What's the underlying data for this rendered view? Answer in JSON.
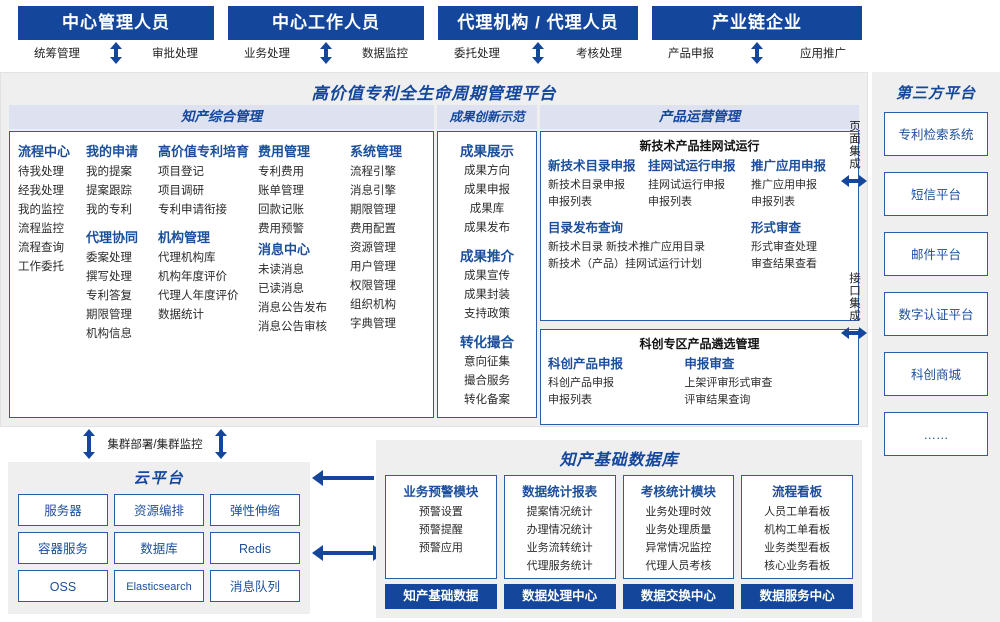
{
  "roles": [
    {
      "title": "中心管理人员",
      "left": "统筹管理",
      "right": "审批处理"
    },
    {
      "title": "中心工作人员",
      "left": "业务处理",
      "right": "数据监控"
    },
    {
      "title": "代理机构 / 代理人员",
      "left": "委托处理",
      "right": "考核处理"
    },
    {
      "title": "产业链企业",
      "left": "产品申报",
      "right": "应用推广"
    }
  ],
  "platform": {
    "title": "高价值专利全生命周期管理平台",
    "sections": {
      "ip_management": {
        "title": "知产综合管理",
        "columns": [
          {
            "groups": [
              {
                "name": "流程中心",
                "items": [
                  "待我处理",
                  "经我处理",
                  "我的监控",
                  "流程监控",
                  "流程查询",
                  "工作委托"
                ]
              }
            ]
          },
          {
            "groups": [
              {
                "name": "我的申请",
                "items": [
                  "我的提案",
                  "提案跟踪",
                  "我的专利"
                ]
              },
              {
                "name": "代理协同",
                "items": [
                  "委案处理",
                  "撰写处理",
                  "专利答复",
                  "期限管理",
                  "机构信息"
                ]
              }
            ]
          },
          {
            "groups": [
              {
                "name": "高价值专利培育",
                "items": [
                  "项目登记",
                  "项目调研",
                  "专利申请衔接"
                ]
              },
              {
                "name": "机构管理",
                "items": [
                  "代理机构库",
                  "机构年度评价",
                  "代理人年度评价",
                  "数据统计"
                ]
              }
            ]
          },
          {
            "groups": [
              {
                "name": "费用管理",
                "items": [
                  "专利费用",
                  "账单管理",
                  "回款记账",
                  "费用预警"
                ]
              },
              {
                "name": "消息中心",
                "items": [
                  "未读消息",
                  "已读消息",
                  "消息公告发布",
                  "消息公告审核"
                ]
              }
            ]
          },
          {
            "groups": [
              {
                "name": "系统管理",
                "items": [
                  "流程引擎",
                  "消息引擎",
                  "期限管理",
                  "费用配置",
                  "资源管理",
                  "用户管理",
                  "权限管理",
                  "组织机构",
                  "字典管理"
                ]
              }
            ]
          }
        ]
      },
      "achievement": {
        "title": "成果创新示范",
        "groups": [
          {
            "name": "成果展示",
            "items": [
              "成果方向",
              "成果申报",
              "成果库",
              "成果发布"
            ]
          },
          {
            "name": "成果推介",
            "items": [
              "成果宣传",
              "成果封装",
              "支持政策"
            ]
          },
          {
            "name": "转化撮合",
            "items": [
              "意向征集",
              "撮合服务",
              "转化备案"
            ]
          }
        ]
      },
      "product_ops": {
        "title": "产品运营管理",
        "blocks": [
          {
            "title": "新技术产品挂网试运行",
            "row1": [
              {
                "name": "新技术目录申报",
                "items": [
                  "新技术目录申报",
                  "申报列表"
                ]
              },
              {
                "name": "挂网试运行申报",
                "items": [
                  "挂网试运行申报",
                  "申报列表"
                ]
              },
              {
                "name": "推广应用申报",
                "items": [
                  "推广应用申报",
                  "申报列表"
                ]
              }
            ],
            "row2": [
              {
                "name": "目录发布查询",
                "items": [
                  "新技术目录    新技术推广应用目录",
                  "新技术（产品）挂网试运行计划"
                ]
              },
              {
                "name": "形式审查",
                "items": [
                  "形式审查处理",
                  "审查结果查看"
                ]
              }
            ]
          },
          {
            "title": "科创专区产品遴选管理",
            "row1": [
              {
                "name": "科创产品申报",
                "items": [
                  "科创产品申报",
                  "申报列表"
                ]
              },
              {
                "name": "申报审查",
                "items": [
                  "上架评审形式审查",
                  "评审结果查询"
                ]
              }
            ]
          }
        ]
      }
    }
  },
  "integration": {
    "page_label": "页面集成",
    "api_label": "接口集成"
  },
  "third_party": {
    "title": "第三方平台",
    "items": [
      "专利检索系统",
      "短信平台",
      "邮件平台",
      "数字认证平台",
      "科创商城",
      "……"
    ]
  },
  "cluster_label": "集群部署/集群监控",
  "cloud": {
    "title": "云平台",
    "items": [
      "服务器",
      "资源编排",
      "弹性伸缩",
      "容器服务",
      "数据库",
      "Redis",
      "OSS",
      "Elasticsearch",
      "消息队列"
    ]
  },
  "database": {
    "title": "知产基础数据库",
    "columns": [
      {
        "header": "业务预警模块",
        "items": [
          "预警设置",
          "预警提醒",
          "预警应用"
        ],
        "footer": "知产基础数据"
      },
      {
        "header": "数据统计报表",
        "items": [
          "提案情况统计",
          "办理情况统计",
          "业务流转统计",
          "代理服务统计"
        ],
        "footer": "数据处理中心"
      },
      {
        "header": "考核统计模块",
        "items": [
          "业务处理时效",
          "业务处理质量",
          "异常情况监控",
          "代理人员考核"
        ],
        "footer": "数据交换中心"
      },
      {
        "header": "流程看板",
        "items": [
          "人员工单看板",
          "机构工单看板",
          "业务类型看板",
          "核心业务看板"
        ],
        "footer": "数据服务中心"
      }
    ]
  },
  "colors": {
    "primary": "#14479b",
    "border": "#2a5cab",
    "panel": "#efefef",
    "section_title_bg": "#dde1f0",
    "text": "#2b2b2b"
  }
}
